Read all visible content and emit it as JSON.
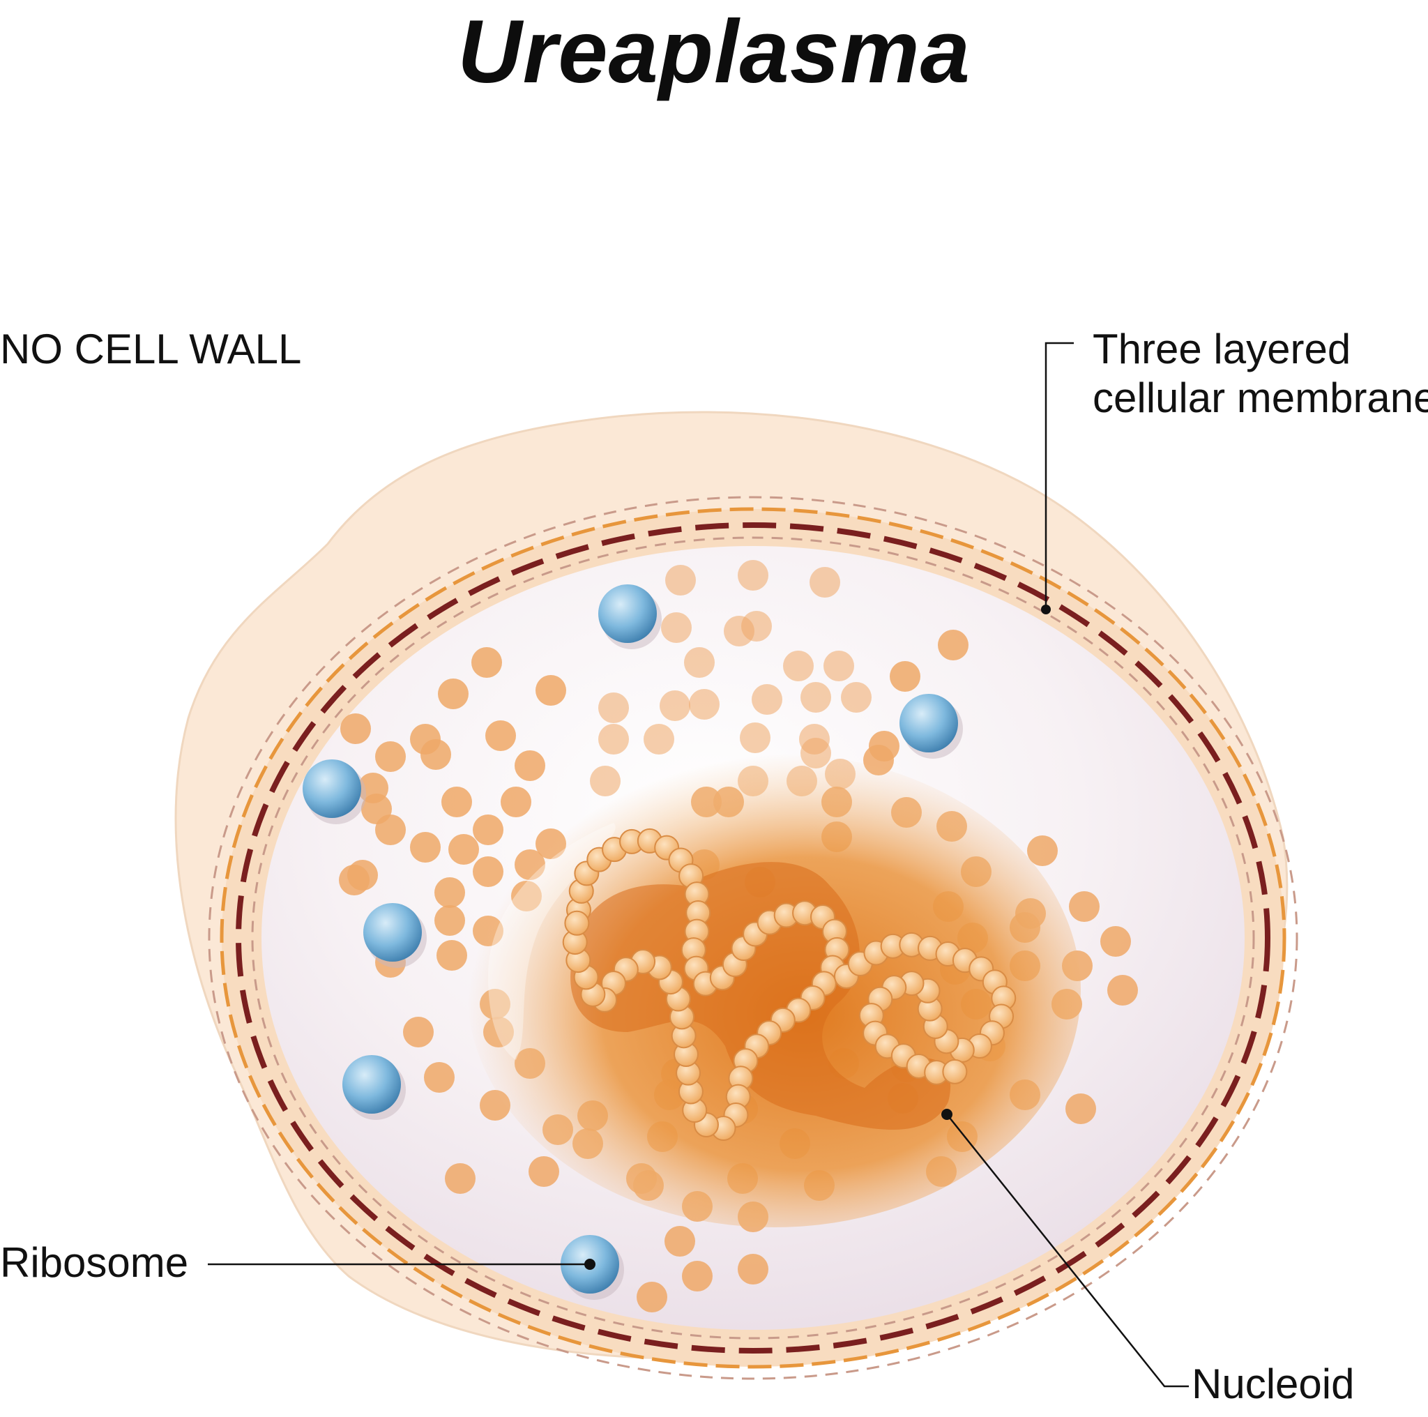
{
  "title": "Ureaplasma",
  "labels": {
    "no_cell_wall": "NO CELL WALL",
    "membrane_line1": "Three layered",
    "membrane_line2": "cellular membrane",
    "ribosome": "Ribosome",
    "nucleoid": "Nucleoid"
  },
  "colors": {
    "outer_capsule": "#fbe8d6",
    "membrane_dark": "#7a1f1f",
    "membrane_orange": "#e7963c",
    "cytoplasm": "#f6eef2",
    "nucleoid_core": "#e27b22",
    "granule": "#eea867",
    "ribosome": "#6fb1dc",
    "leader": "#111111"
  }
}
